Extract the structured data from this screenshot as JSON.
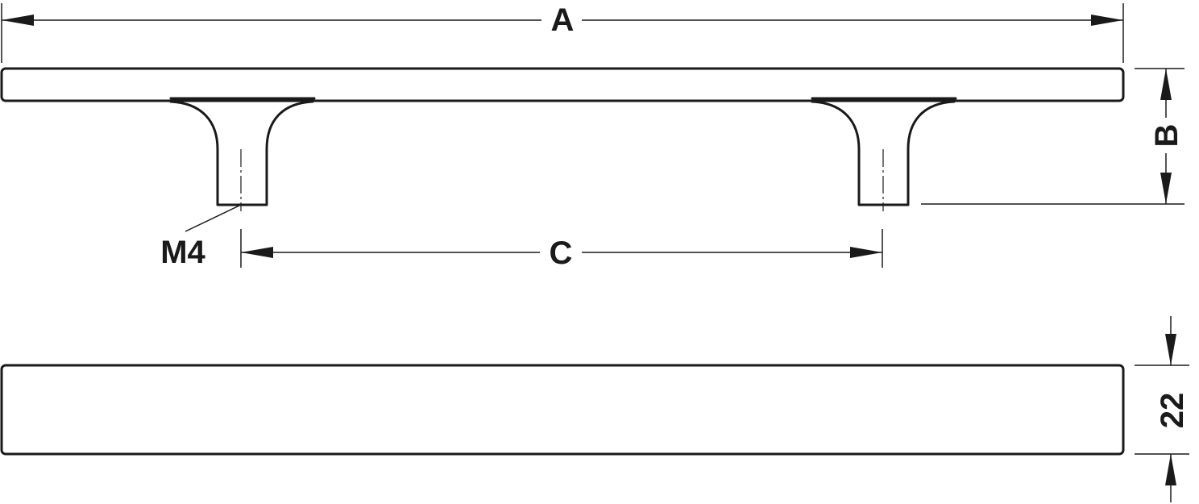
{
  "dimensions": {
    "overall_length_label": "A",
    "height_label": "B",
    "hole_spacing_label": "C",
    "thread_label": "M4",
    "bar_depth_label": "22"
  },
  "colors": {
    "line": "#1a1a1a",
    "background": "#ffffff"
  }
}
